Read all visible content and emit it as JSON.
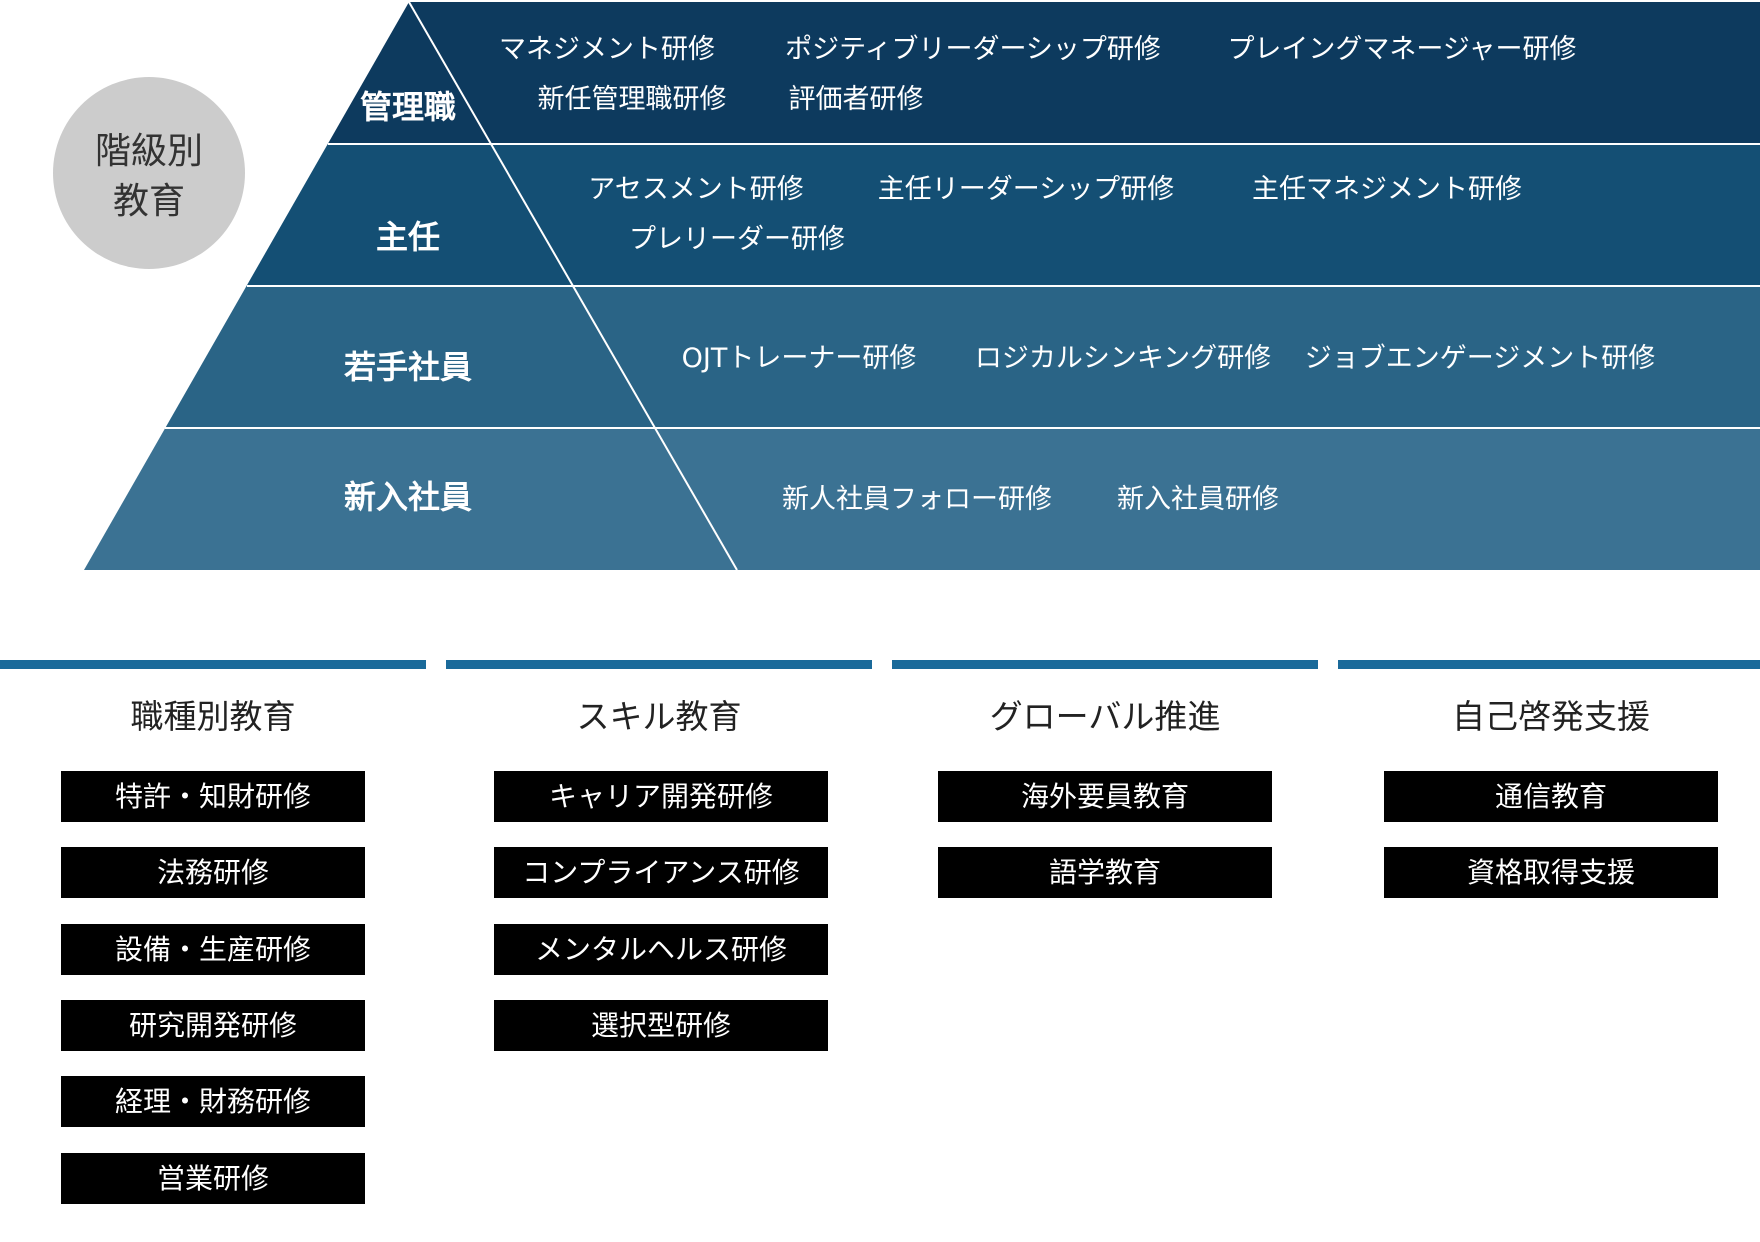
{
  "circle": {
    "lines": [
      "階級別",
      "教育"
    ],
    "fill": "#cccccc",
    "text_color": "#333333"
  },
  "tiers": [
    {
      "label": "管理職",
      "color": "#0d3a5e",
      "courses": [
        "マネジメント研修",
        "ポジティブリーダーシップ研修",
        "プレイングマネージャー研修",
        "新任管理職研修",
        "評価者研修"
      ]
    },
    {
      "label": "主任",
      "color": "#144f74",
      "courses": [
        "アセスメント研修",
        "主任リーダーシップ研修",
        "主任マネジメント研修",
        "プレリーダー研修"
      ]
    },
    {
      "label": "若手社員",
      "color": "#2a6486",
      "courses": [
        "OJTトレーナー研修",
        "ロジカルシンキング研修",
        "ジョブエンゲージメント研修"
      ]
    },
    {
      "label": "新入社員",
      "color": "#3b7293",
      "courses": [
        "新人社員フォロー研修",
        "新入社員研修"
      ]
    }
  ],
  "categories": [
    {
      "title": "職種別教育",
      "items": [
        "特許・知財研修",
        "法務研修",
        "設備・生産研修",
        "研究開発研修",
        "経理・財務研修",
        "営業研修"
      ]
    },
    {
      "title": "スキル教育",
      "items": [
        "キャリア開発研修",
        "コンプライアンス研修",
        "メンタルヘルス研修",
        "選択型研修"
      ]
    },
    {
      "title": "グローバル推進",
      "items": [
        "海外要員教育",
        "語学教育"
      ]
    },
    {
      "title": "自己啓発支援",
      "items": [
        "通信教育",
        "資格取得支援"
      ]
    }
  ],
  "colors": {
    "category_rule": "#1a6a9a",
    "item_bg": "#000000",
    "item_text": "#ffffff"
  }
}
